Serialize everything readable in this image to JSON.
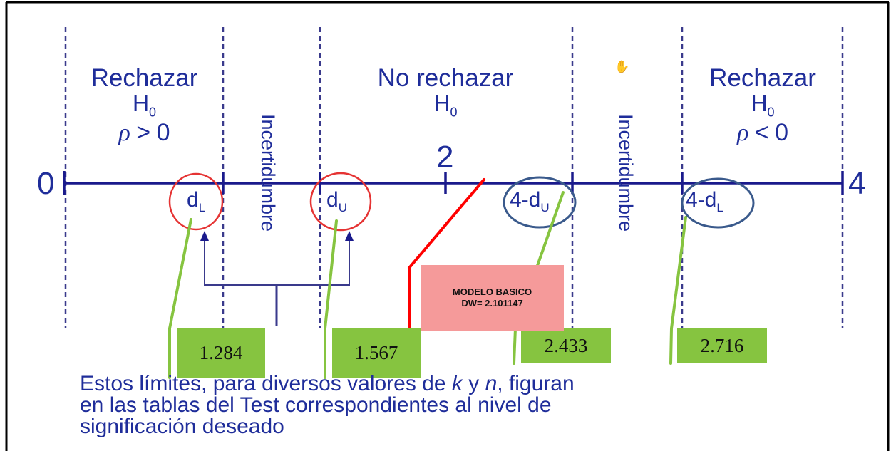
{
  "regions": {
    "reject_positive": {
      "title": "Rechazar",
      "h": "H",
      "h_sub": "0",
      "rho": "ρ",
      "op": ">",
      "val": "0"
    },
    "no_reject": {
      "title": "No rechazar",
      "h": "H",
      "h_sub": "0"
    },
    "reject_negative": {
      "title": "Rechazar",
      "h": "H",
      "h_sub": "0",
      "rho": "ρ",
      "op": "<",
      "val": "0"
    }
  },
  "uncertainty_label": "Incertidumbre",
  "axis": {
    "min_label": "0",
    "mid_label": "2",
    "max_label": "4"
  },
  "critical_labels": {
    "dl": {
      "main": "d",
      "sub": "L"
    },
    "du": {
      "main": "d",
      "sub": "U"
    },
    "four_minus_du": {
      "main": "4-d",
      "sub": "U"
    },
    "four_minus_dl": {
      "main": "4-d",
      "sub": "L"
    }
  },
  "values": {
    "dl": "1.284",
    "du": "1.567",
    "four_minus_du": "2.433",
    "four_minus_dl": "2.716"
  },
  "model_box": {
    "line1": "MODELO BASICO",
    "line2": "DW= 2.101147"
  },
  "footnote": {
    "line1_a": "Estos límites, para diversos valores de ",
    "k": "k",
    "line1_b": " y ",
    "n": "n",
    "line1_c": ", figuran",
    "line2": "en las tablas del Test correspondientes al nivel de",
    "line3": "significación deseado"
  },
  "colors": {
    "text": "#1f2d9a",
    "axis": "#1a1a8c",
    "red_circle": "#e53333",
    "blue_circle": "#3a5a8c",
    "green": "#86c440",
    "red_line": "#ff0000",
    "model_box": "#f59a9a"
  },
  "icons": {
    "cursor": "hand-cursor-icon"
  }
}
